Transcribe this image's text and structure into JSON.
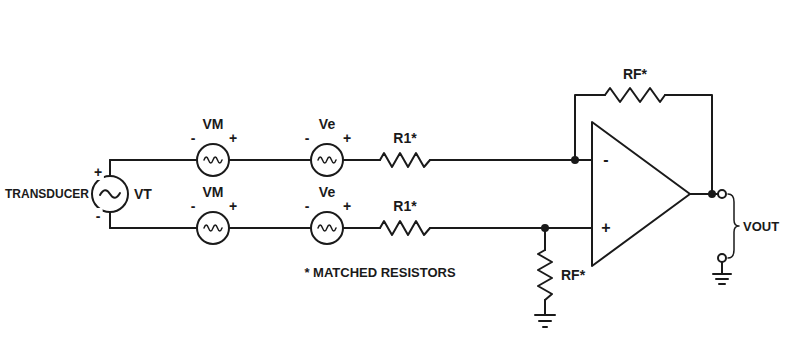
{
  "diagram": {
    "labels": [
      "TRANSDUCER",
      "VT",
      "+",
      "-",
      "-",
      "VM",
      "+",
      "-",
      "Ve",
      "+",
      "R1*",
      "RF*",
      "-",
      "+",
      "VOUT",
      "-",
      "VM",
      "+",
      "-",
      "Ve",
      "+",
      "R1*",
      "RF*",
      "* MATCHED RESISTORS"
    ]
  }
}
